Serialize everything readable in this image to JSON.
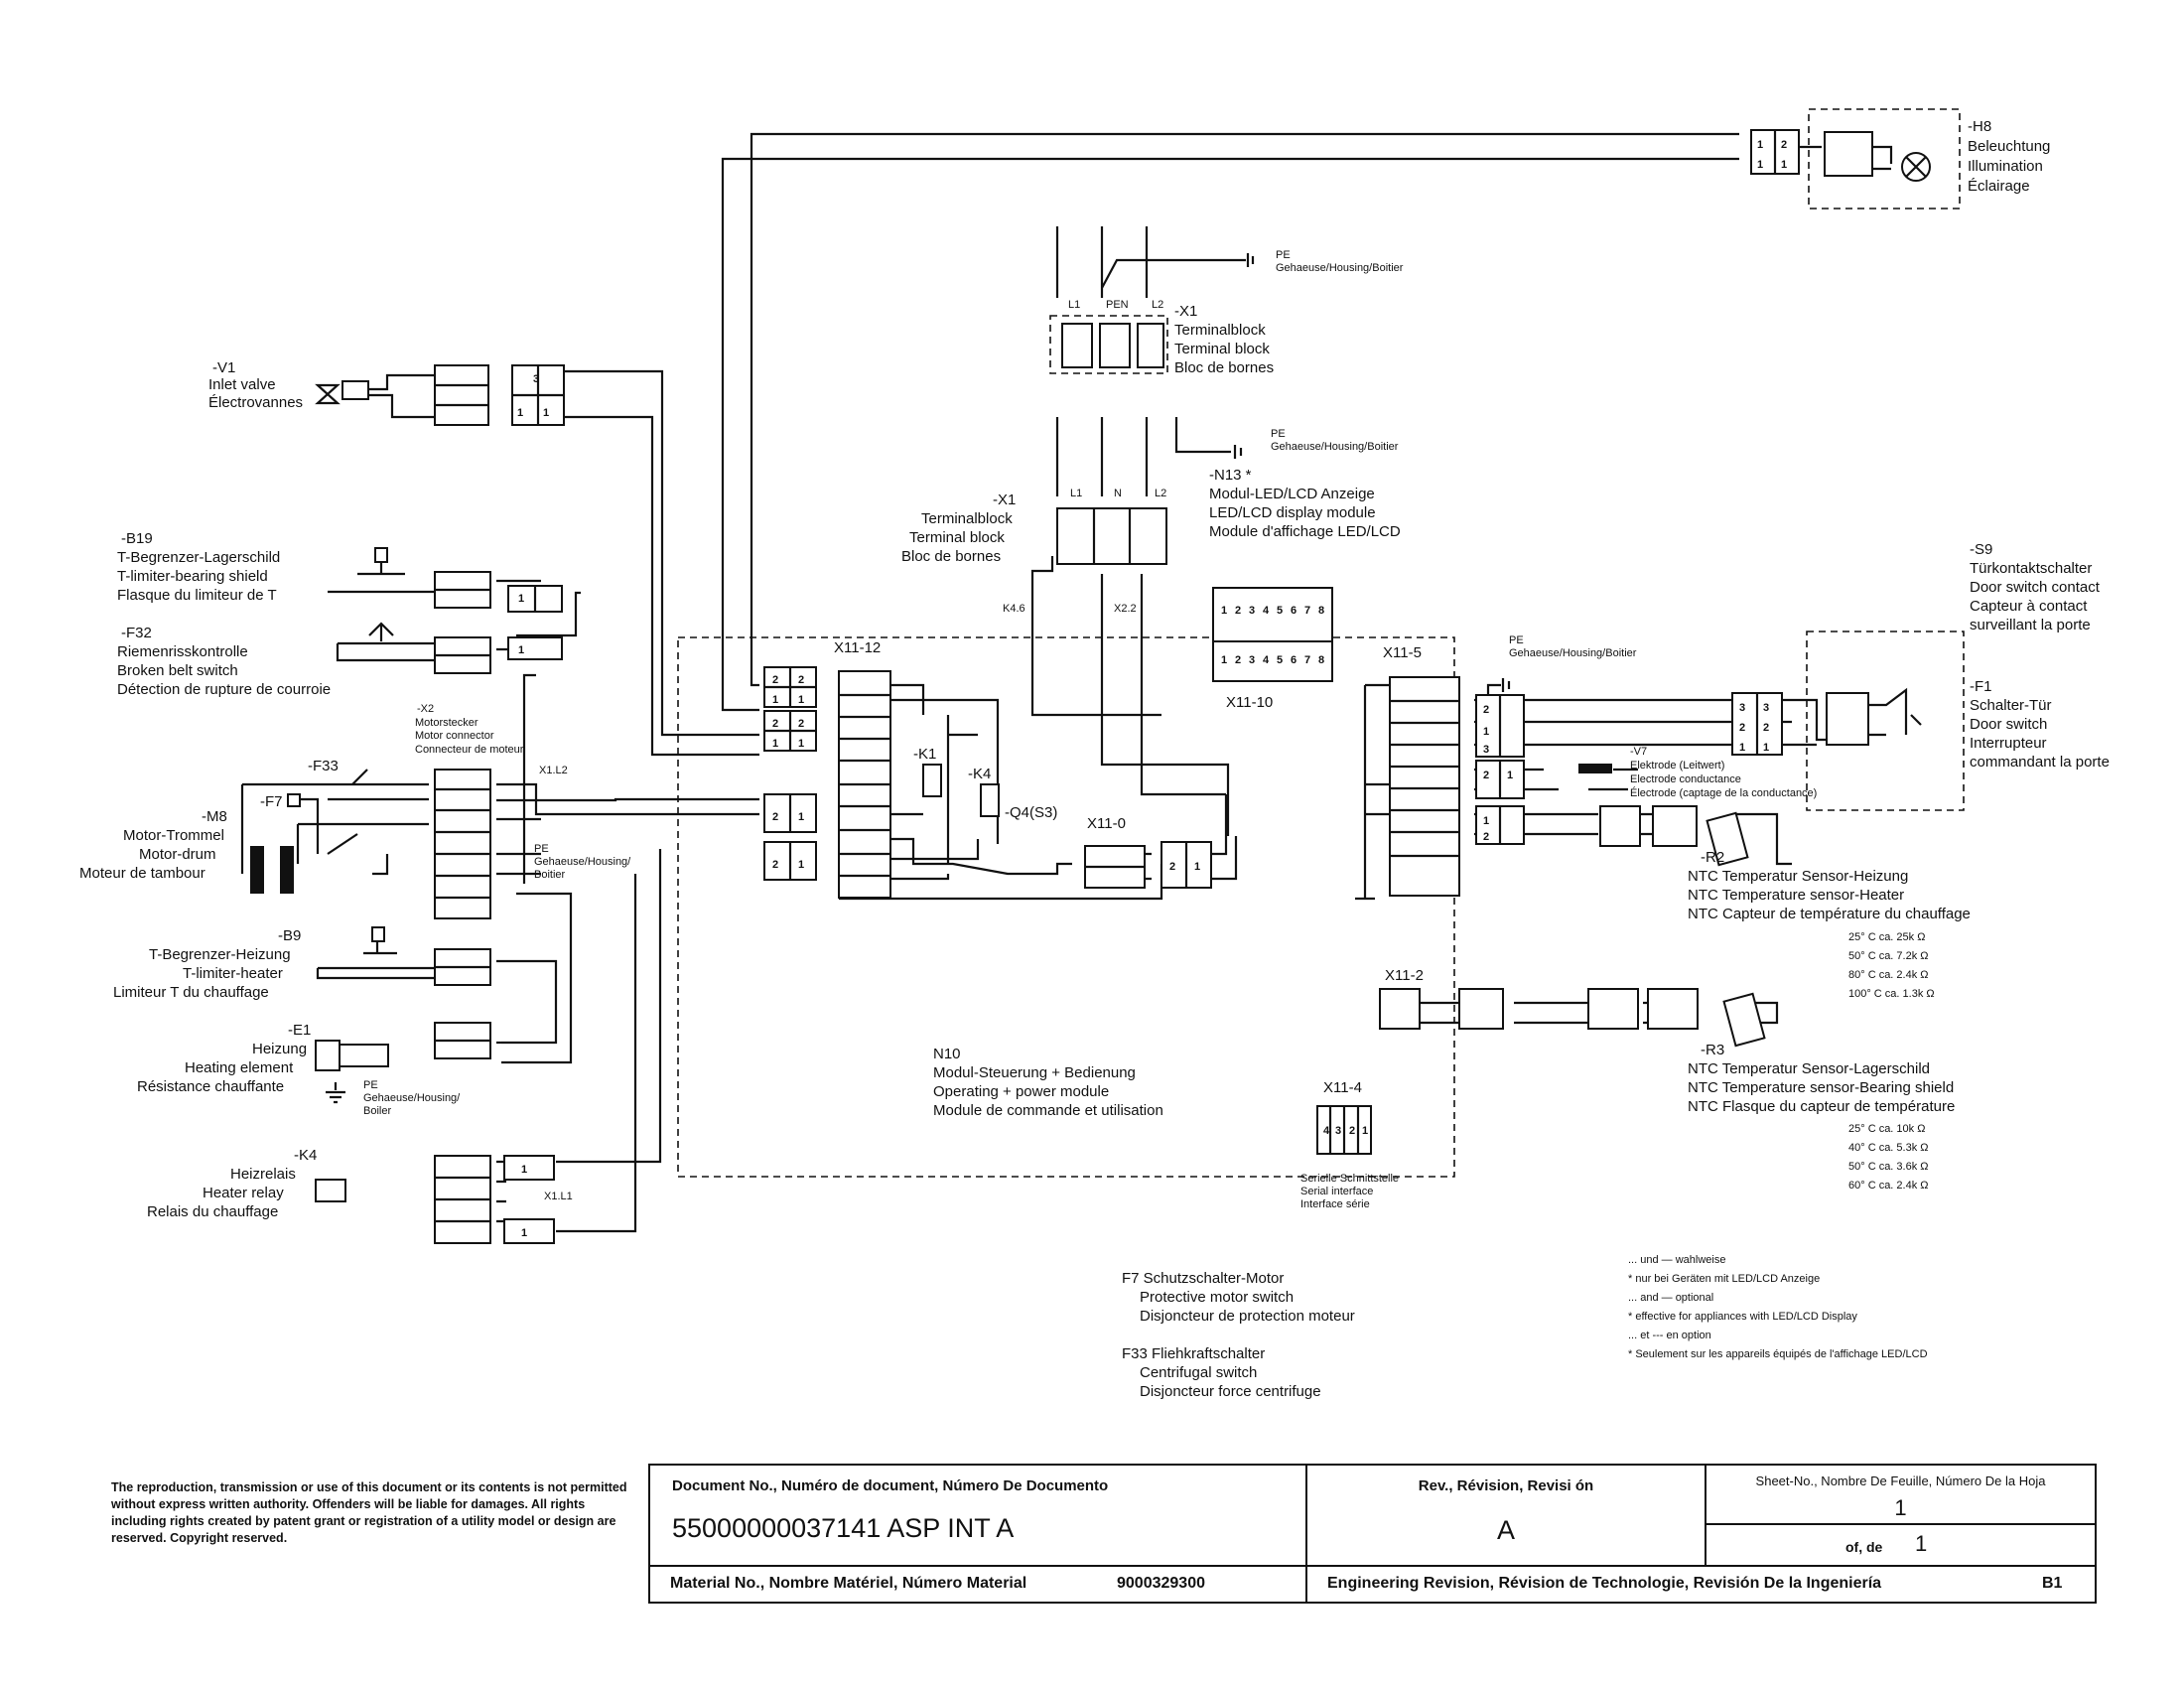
{
  "components": {
    "h8": {
      "ref": "-H8",
      "lines": [
        "Beleuchtung",
        "Illumination",
        "Éclairage"
      ]
    },
    "x1_top": {
      "ref": "-X1",
      "lines": [
        "Terminalblock",
        "Terminal block",
        "Bloc de bornes"
      ],
      "pins": [
        "L1",
        "PEN",
        "L2"
      ]
    },
    "x1_mid": {
      "ref": "-X1",
      "lines": [
        "Terminalblock",
        "Terminal block",
        "Bloc de bornes"
      ],
      "pins": [
        "L1",
        "N",
        "L2"
      ],
      "wires": [
        "K4.6",
        "X2.2"
      ]
    },
    "pe_top": {
      "ref": "PE",
      "sub": "Gehaeuse/Housing/Boitier"
    },
    "pe_mid": {
      "ref": "PE",
      "sub": "Gehaeuse/Housing/Boitier"
    },
    "n13": {
      "ref": "-N13 *",
      "lines": [
        "Modul-LED/LCD Anzeige",
        "LED/LCD display module",
        "Module d'affichage LED/LCD"
      ]
    },
    "v1": {
      "ref": "-V1",
      "lines": [
        "Inlet valve",
        "Électrovannes"
      ]
    },
    "b19": {
      "ref": "-B19",
      "lines": [
        "T-Begrenzer-Lagerschild",
        "T-limiter-bearing shield",
        "Flasque du limiteur de T"
      ]
    },
    "f32": {
      "ref": "-F32",
      "lines": [
        "Riemenrisskontrolle",
        "Broken belt switch",
        "Détection de rupture de courroie"
      ]
    },
    "x2": {
      "ref": "-X2",
      "lines": [
        "Motorstecker",
        "Motor connector",
        "Connecteur de moteur"
      ],
      "tag": "X1.L2"
    },
    "f33": {
      "ref": "-F33"
    },
    "f7": {
      "ref": "-F7"
    },
    "m8": {
      "ref": "-M8",
      "lines": [
        "Motor-Trommel",
        "Motor-drum",
        "Moteur de tambour"
      ]
    },
    "pe_motor": {
      "ref": "PE",
      "lines": [
        "Gehaeuse/Housing/",
        "Boitier"
      ]
    },
    "b9": {
      "ref": "-B9",
      "lines": [
        "T-Begrenzer-Heizung",
        "T-limiter-heater",
        "Limiteur T du chauffage"
      ]
    },
    "e1": {
      "ref": "-E1",
      "lines": [
        "Heizung",
        "Heating element",
        "Résistance chauffante"
      ]
    },
    "pe_heat": {
      "ref": "PE",
      "lines": [
        "Gehaeuse/Housing/",
        "Boiler"
      ]
    },
    "k4": {
      "ref": "-K4",
      "lines": [
        "Heizrelais",
        "Heater relay",
        "Relais du chauffage"
      ],
      "tag": "X1.L1"
    },
    "s9": {
      "ref": "-S9",
      "lines": [
        "Türkontaktschalter",
        "Door switch contact",
        "Capteur à contact",
        "surveillant la porte"
      ]
    },
    "f1": {
      "ref": "-F1",
      "lines": [
        "Schalter-Tür",
        "Door switch",
        "Interrupteur",
        "commandant la porte"
      ]
    },
    "pe_right": {
      "ref": "PE",
      "sub": "Gehaeuse/Housing/Boitier"
    },
    "v7": {
      "ref": "-V7",
      "lines": [
        "Elektrode (Leitwert)",
        "Electrode conductance",
        "Électrode (captage de la conductance)"
      ]
    },
    "r2": {
      "ref": "-R2",
      "lines": [
        "NTC Temperatur Sensor-Heizung",
        "NTC Temperature sensor-Heater",
        "NTC Capteur de température du chauffage"
      ],
      "values": [
        "25° C ca. 25k  Ω",
        "50° C ca. 7.2k  Ω",
        "80° C ca. 2.4k  Ω",
        "100° C ca. 1.3k  Ω"
      ]
    },
    "r3": {
      "ref": "-R3",
      "lines": [
        "NTC Temperatur Sensor-Lagerschild",
        "NTC Temperature sensor-Bearing shield",
        "NTC Flasque du capteur de température"
      ],
      "values": [
        "25° C ca. 10k  Ω",
        "40° C ca. 5.3k  Ω",
        "50° C ca. 3.6k  Ω",
        "60° C ca. 2.4k  Ω"
      ]
    },
    "n10": {
      "lines": [
        "N10",
        "Modul-Steuerung + Bedienung",
        "Operating + power module",
        "Module de commande et utilisation"
      ]
    },
    "k1": {
      "ref": "-K1"
    },
    "k4_int": {
      "ref": "-K4"
    },
    "q4": {
      "ref": "-Q4(S3)"
    },
    "x11_12": {
      "ref": "X11-12"
    },
    "x11_0": {
      "ref": "X11-0"
    },
    "x11_5": {
      "ref": "X11-5"
    },
    "x11_10": {
      "ref": "X11-10"
    },
    "x11_2": {
      "ref": "X11-2"
    },
    "x11_4": {
      "ref": "X11-4",
      "lines": [
        "Serielle Schnittstelle",
        "Serial interface",
        "Interface série"
      ]
    }
  },
  "notes_left": {
    "f7": {
      "head": "F7  Schutzschalter-Motor",
      "lines": [
        "Protective motor switch",
        "Disjoncteur de protection moteur"
      ]
    },
    "f33": {
      "head": "F33 Fliehkraftschalter",
      "lines": [
        "Centrifugal switch",
        "Disjoncteur force centrifuge"
      ]
    }
  },
  "notes_right": [
    "... und — wahlweise",
    "* nur bei Geräten mit LED/LCD Anzeige",
    "... and — optional",
    "* effective for appliances with LED/LCD Display",
    "... et --- en option",
    "* Seulement sur les appareils équipés de l'affichage LED/LCD"
  ],
  "copyright": "The reproduction, transmission or use of this document or its contents is not permitted without express written authority. Offenders will be liable for damages. All rights including rights created by patent grant or registration of a utility model or design are reserved. Copyright reserved.",
  "title_block": {
    "doc_label": "Document No., Numéro de document, Número De Documento",
    "doc_no": "55000000037141 ASP INT A",
    "rev_label": "Rev., Révision, Revisi ón",
    "rev": "A",
    "sheet_label": "Sheet-No., Nombre De Feuille, Número De la Hoja",
    "sheet": "1",
    "of_label": "of, de",
    "of": "1",
    "material_label": "Material No., Nombre Matériel, Número Material",
    "material_no": "9000329300",
    "eng_label": "Engineering Revision, Révision de Technologie, Revisión De la Ingeniería",
    "eng_rev": "B1"
  }
}
